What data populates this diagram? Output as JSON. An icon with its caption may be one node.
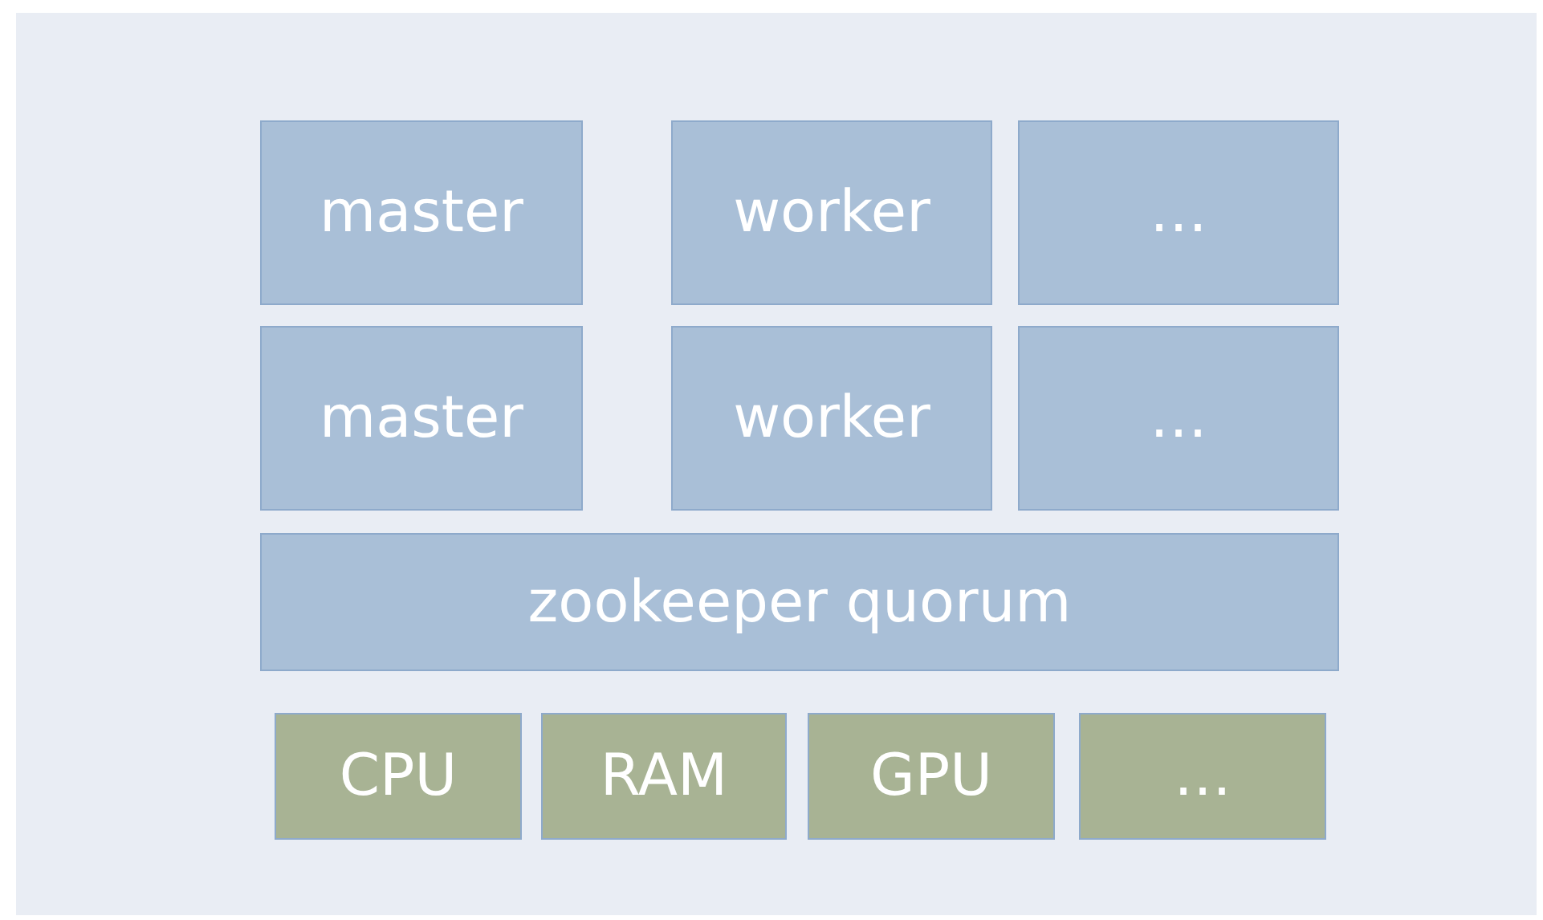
{
  "diagram": {
    "nodes": [
      {
        "text": [
          "master"
        ]
      },
      {
        "text": [
          "worker"
        ]
      },
      {
        "text": [
          "…"
        ]
      },
      {
        "text": [
          "master"
        ]
      },
      {
        "text": [
          "worker"
        ]
      },
      {
        "text": [
          "…"
        ]
      },
      {
        "text": [
          "zookeeper quorum"
        ]
      },
      {
        "text": [
          "CPU"
        ]
      },
      {
        "text": [
          "RAM"
        ]
      },
      {
        "text": [
          "GPU"
        ]
      },
      {
        "text": [
          "…"
        ]
      }
    ]
  }
}
